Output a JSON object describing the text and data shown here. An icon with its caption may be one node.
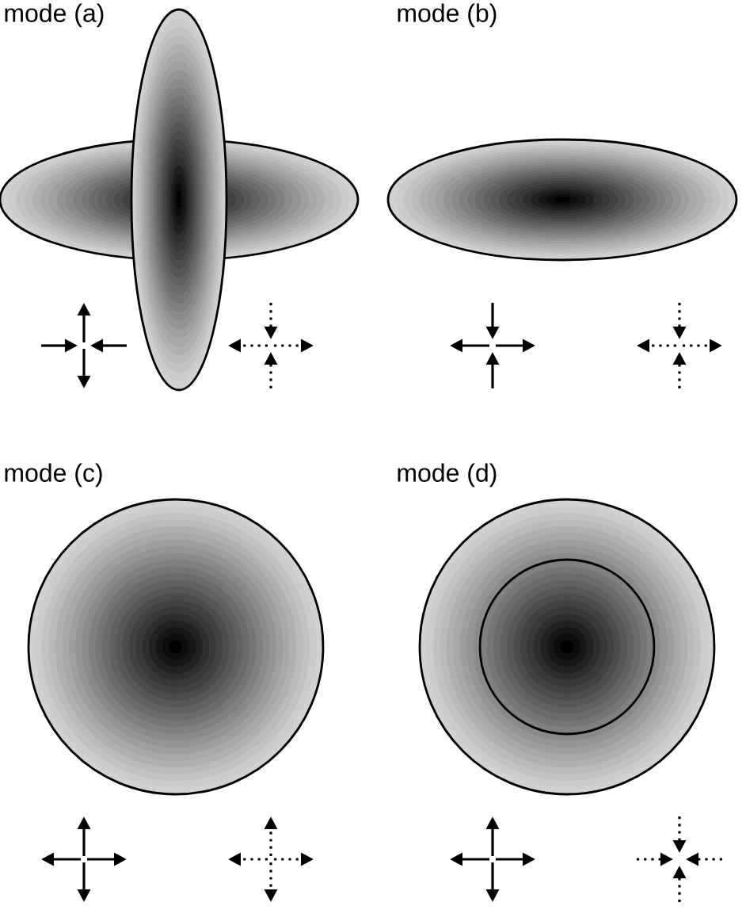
{
  "diagram": {
    "labels": [
      "mode (a)",
      "mode (b)",
      "mode (c)",
      "mode (d)"
    ]
  }
}
